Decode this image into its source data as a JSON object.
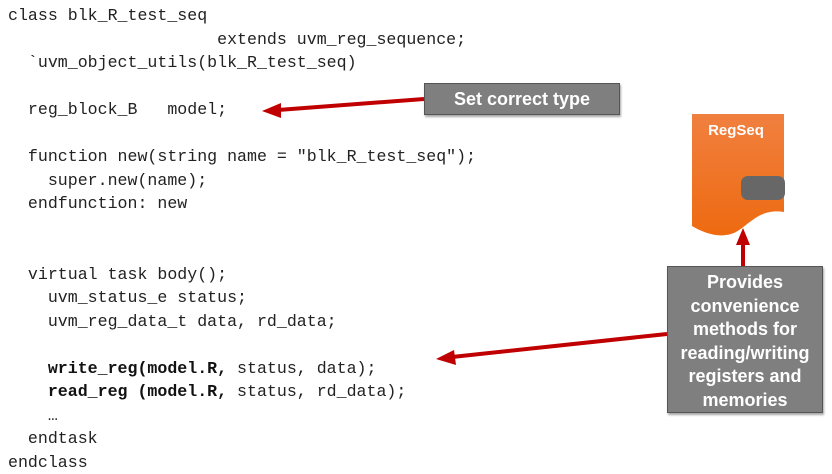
{
  "code": {
    "lines": [
      "class blk_R_test_seq",
      "                     extends uvm_reg_sequence;",
      "  `uvm_object_utils(blk_R_test_seq)",
      "",
      "  reg_block_B   model;",
      "",
      "  function new(string name = \"blk_R_test_seq\");",
      "    super.new(name);",
      "  endfunction: new",
      "",
      "",
      "  virtual task body();",
      "    uvm_status_e status;",
      "    uvm_reg_data_t data, rd_data;",
      "",
      "    ",
      "    ",
      "    …",
      "  endtask",
      "endclass"
    ],
    "write_reg": {
      "indent": "    ",
      "bold": "write_reg(model.R,",
      "rest": " status, data);"
    },
    "read_reg": {
      "indent": "    ",
      "bold": "read_reg (model.R,",
      "rest": " status, rd_data);"
    }
  },
  "callouts": {
    "set_type": "Set correct type",
    "methods": [
      "Provides",
      "convenience",
      "methods for",
      "reading/writing",
      "registers and",
      "memories"
    ]
  },
  "regseq_icon": {
    "label": "RegSeq",
    "color": "#f07020"
  },
  "colors": {
    "arrow": "#c00000",
    "callout_bg": "#7f7f7f"
  }
}
